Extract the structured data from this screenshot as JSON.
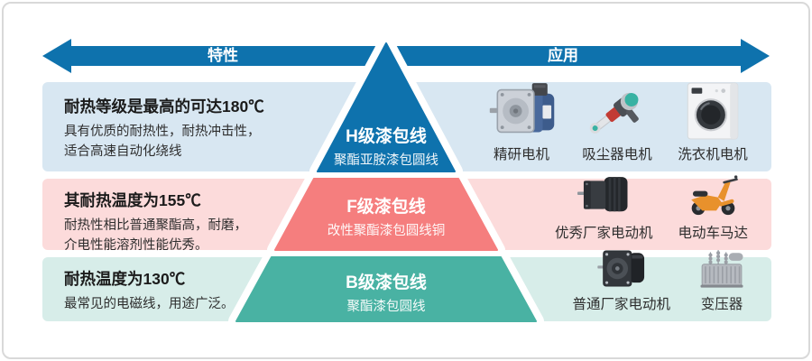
{
  "arrows": {
    "features_label": "特性",
    "applications_label": "应用"
  },
  "colors": {
    "accent_blue": "#0E72AD",
    "tier_h": "#0E72AD",
    "tier_f": "#F57E7E",
    "tier_b": "#49B2A3",
    "row_h_bg": "#D8E7F2",
    "row_f_bg": "#FCDBDB",
    "row_b_bg": "#D7EDE9"
  },
  "tiers": [
    {
      "name": "H级漆包线",
      "material": "聚酯亚胺漆包圆线",
      "feature": {
        "title": "耐热等级是最高的可达180℃",
        "lines": [
          "具有优质的耐热性，耐热冲击性，",
          "适合高速自动化绕线"
        ]
      },
      "applications": [
        {
          "label": "精研电机",
          "icon": "precision-motor"
        },
        {
          "label": "吸尘器电机",
          "icon": "vacuum-cleaner-motor"
        },
        {
          "label": "洗衣机电机",
          "icon": "washing-machine-motor"
        }
      ]
    },
    {
      "name": "F级漆包线",
      "material": "改性聚酯漆包圆线铜",
      "feature": {
        "title": "其耐热温度为155℃",
        "lines": [
          "耐热性相比普通聚酯高，耐磨，",
          "介电性能溶剂性能优秀。"
        ]
      },
      "applications": [
        {
          "label": "优秀厂家电动机",
          "icon": "premium-gear-motor"
        },
        {
          "label": "电动车马达",
          "icon": "e-scooter-motor"
        }
      ]
    },
    {
      "name": "B级漆包线",
      "material": "聚酯漆包圆线",
      "feature": {
        "title": "耐热温度为130℃",
        "lines": [
          "最常见的电磁线，用途广泛。"
        ]
      },
      "applications": [
        {
          "label": "普通厂家电动机",
          "icon": "standard-motor"
        },
        {
          "label": "变压器",
          "icon": "transformer"
        }
      ]
    }
  ]
}
